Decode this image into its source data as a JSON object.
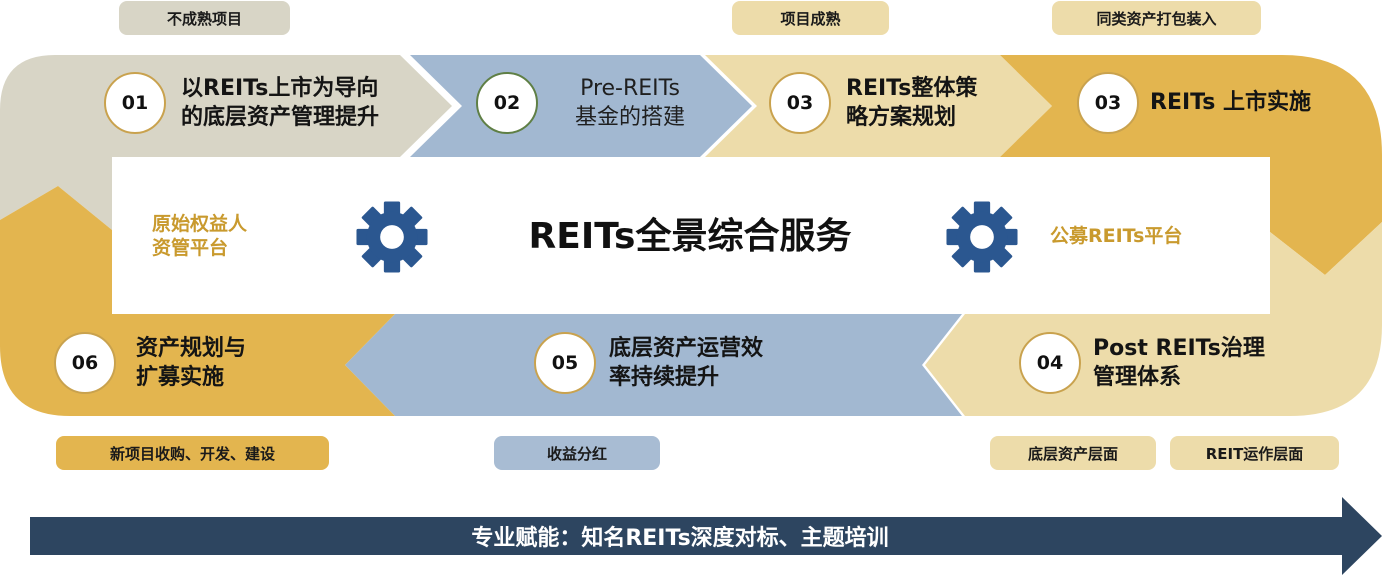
{
  "top_tags": {
    "immature": "不成熟项目",
    "mature": "项目成熟",
    "bundle": "同类资产打包装入"
  },
  "stages": {
    "s1": {
      "num": "01",
      "line1": "以REITs上市为导向",
      "line2": "的底层资产管理提升"
    },
    "s2": {
      "num": "02",
      "line1": "Pre-REITs",
      "line2": "基金的搭建"
    },
    "s3": {
      "num": "03",
      "line1": "REITs整体策",
      "line2": "略方案规划"
    },
    "s4": {
      "num": "03",
      "line1": "REITs 上市实施"
    },
    "s5": {
      "num": "04",
      "line1": "Post REITs治理",
      "line2": "管理体系"
    },
    "s6": {
      "num": "05",
      "line1": "底层资产运营效",
      "line2": "率持续提升"
    },
    "s7": {
      "num": "06",
      "line1": "资产规划与",
      "line2": "扩募实施"
    }
  },
  "center": {
    "title": "REITs全景综合服务",
    "left_line1": "原始权益人",
    "left_line2": "资管平台",
    "right_label": "公募REITs平台"
  },
  "bottom_tags": {
    "new_project": "新项目收购、开发、建设",
    "dividend": "收益分红",
    "underlying": "底层资产层面",
    "operation": "REIT运作层面"
  },
  "banner": "专业赋能：知名REITs深度对标、主题培训",
  "colors": {
    "gray": "#d8d5c6",
    "blue": "#a8bcd3",
    "cream": "#eddcaa",
    "gold": "#e3b54f",
    "navy": "#2d4560",
    "gear": "#2b5790",
    "accent_text": "#c99a2e"
  }
}
